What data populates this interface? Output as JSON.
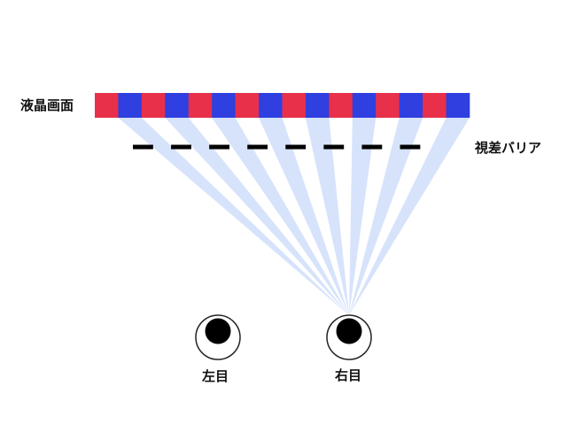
{
  "labels": {
    "lcd": "液晶画面",
    "barrier": "視差バリア",
    "left_eye": "左目",
    "right_eye": "右目"
  },
  "lcd_pixels": [
    "red",
    "blue",
    "red",
    "blue",
    "red",
    "blue",
    "red",
    "blue",
    "red",
    "blue",
    "red",
    "blue",
    "red",
    "blue",
    "red",
    "blue"
  ],
  "colors": {
    "red": "#e8304a",
    "blue": "#2f3fe0",
    "ray": "#d6e3fb",
    "barrier": "#000000",
    "background": "#ffffff"
  },
  "barrier_segment_count": 8,
  "ray_target": "right-eye"
}
